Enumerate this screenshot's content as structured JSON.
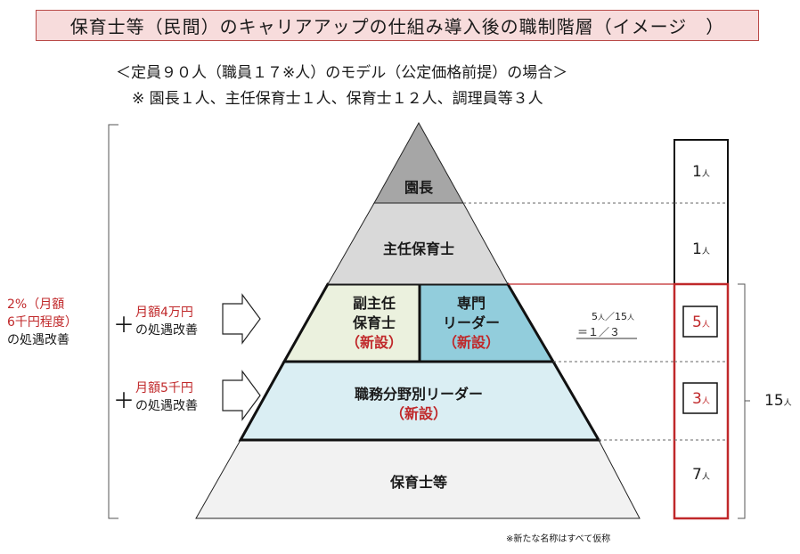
{
  "title": "保育士等（民間）のキャリアアップの仕組み導入後の職制階層（イメージ　）",
  "subtitle": "＜定員９０人（職員１７※人）のモデル（公定価格前提）の場合＞",
  "subtitle2": "※ 園長１人、主任保育士１人、保育士１２人、調理員等３人",
  "levels": {
    "director": "園長",
    "chief": "主任保育士",
    "vice_chief_line1": "副主任",
    "vice_chief_line2": "保育士",
    "specialist_line1": "専門",
    "specialist_line2": "リーダー",
    "new_label": "（新設）",
    "field_leader": "職務分野別リーダー",
    "staff": "保育士等"
  },
  "counts": {
    "director": "1",
    "chief": "1",
    "vice": "5",
    "field": "3",
    "staff": "7",
    "unit": "人",
    "total": "15"
  },
  "ratio": {
    "line1_a": "5",
    "line1_sep": "／15",
    "line2": "＝１／３"
  },
  "left": {
    "base_line1": "2%（月額",
    "base_line2": "6千円程度）",
    "base_line3": "の処遇改善",
    "plus": "＋",
    "raise1_line1": "月額4万円",
    "raise1_line2": "の処遇改善",
    "raise2_line1": "月額5千円",
    "raise2_line2": "の処遇改善"
  },
  "note": "※新たな名称はすべて仮称",
  "colors": {
    "accent_red": "#c0282a",
    "title_bg": "#f7dcdc",
    "director_fill": "#a6a6a6",
    "chief_fill": "#d9d9d9",
    "vice_fill": "#ebf1de",
    "specialist_fill": "#92cddc",
    "field_fill": "#daeef3",
    "staff_fill": "#f2f2f2"
  }
}
